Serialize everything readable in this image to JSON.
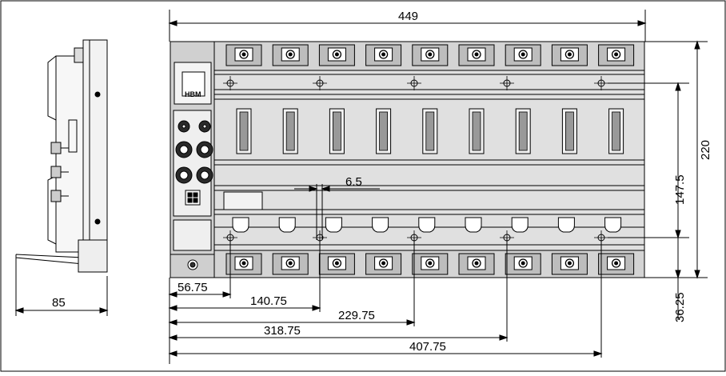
{
  "drawing": {
    "dimensions": {
      "overall_width": "449",
      "overall_height": "220",
      "mount_spacing": "147.5",
      "bottom_offset": "36.25",
      "side_depth": "85",
      "slot_gap": "6.5",
      "hole_1": "56.75",
      "hole_2": "140.75",
      "hole_3": "229.75",
      "hole_4": "318.75",
      "hole_5": "407.75"
    },
    "logo": "HBM",
    "slot_count": 9,
    "colors": {
      "line": "#000000",
      "body": "#d9d9d9",
      "panel": "#e6e6e6",
      "dark": "#2a2a2a"
    }
  }
}
